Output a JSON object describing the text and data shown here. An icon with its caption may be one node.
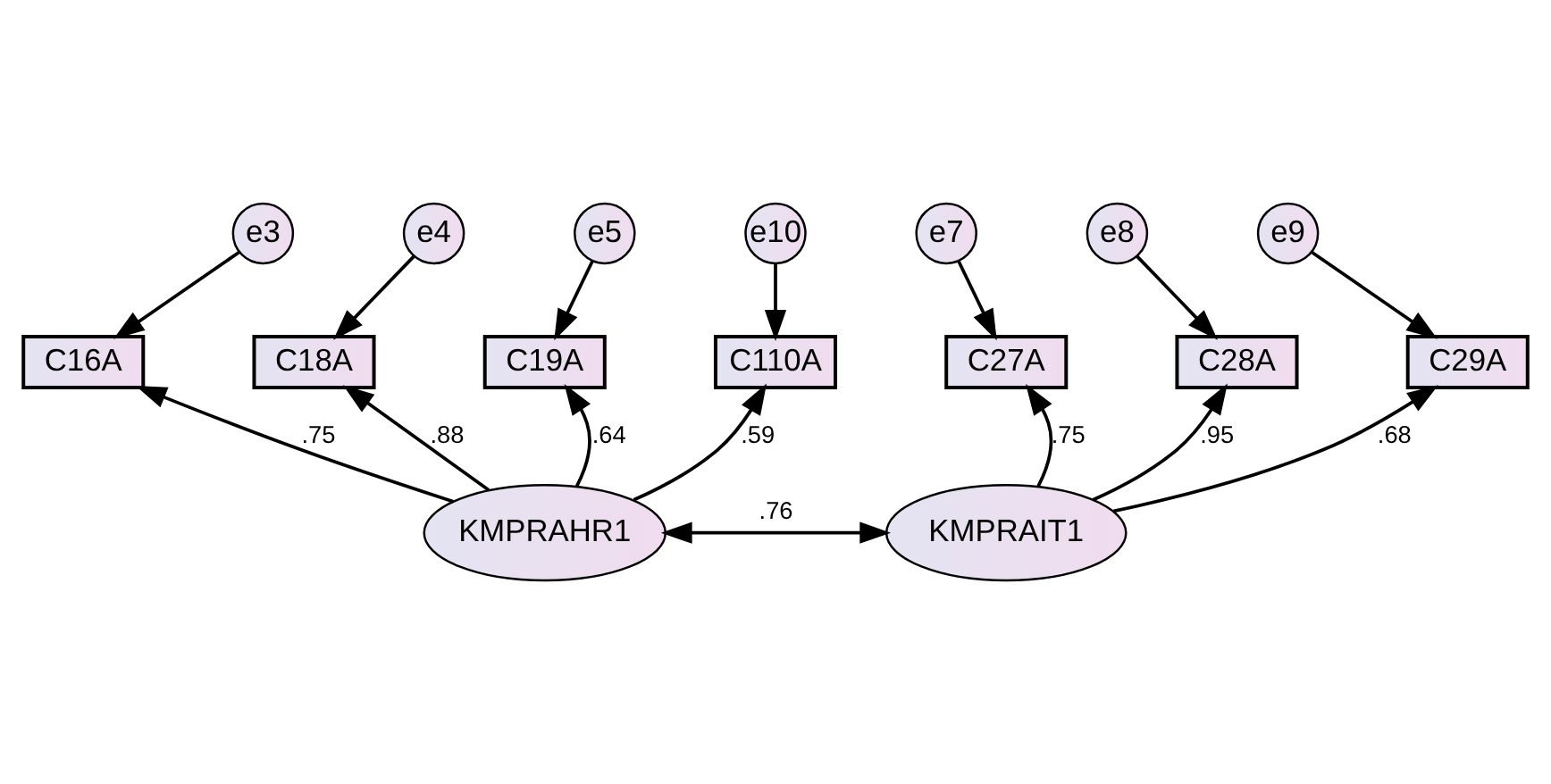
{
  "diagram": {
    "nodes": [
      {
        "text": [
          "e3"
        ]
      },
      {
        "text": [
          "e4"
        ]
      },
      {
        "text": [
          "e5"
        ]
      },
      {
        "text": [
          "e10"
        ]
      },
      {
        "text": [
          "e7"
        ]
      },
      {
        "text": [
          "e8"
        ]
      },
      {
        "text": [
          "e9"
        ]
      },
      {
        "text": [
          "C16A"
        ]
      },
      {
        "text": [
          "C18A"
        ]
      },
      {
        "text": [
          "C19A"
        ]
      },
      {
        "text": [
          "C110A"
        ]
      },
      {
        "text": [
          "C27A"
        ]
      },
      {
        "text": [
          "C28A"
        ]
      },
      {
        "text": [
          "C29A"
        ]
      },
      {
        "text": [
          "KMPRAHR1"
        ]
      },
      {
        "text": [
          "KMPRAIT1"
        ]
      }
    ],
    "edges": [
      {
        "from": 0,
        "to": 7,
        "arrow": "to"
      },
      {
        "from": 1,
        "to": 8,
        "arrow": "to"
      },
      {
        "from": 2,
        "to": 9,
        "arrow": "to"
      },
      {
        "from": 3,
        "to": 10,
        "arrow": "to"
      },
      {
        "from": 4,
        "to": 11,
        "arrow": "to"
      },
      {
        "from": 5,
        "to": 12,
        "arrow": "to"
      },
      {
        "from": 6,
        "to": 13,
        "arrow": "to"
      },
      {
        "from": 14,
        "to": 7,
        "arrow": "to",
        "label": ".75"
      },
      {
        "from": 14,
        "to": 8,
        "arrow": "to",
        "label": ".88"
      },
      {
        "from": 14,
        "to": 9,
        "arrow": "to",
        "label": ".64"
      },
      {
        "from": 14,
        "to": 10,
        "arrow": "to",
        "label": ".59"
      },
      {
        "from": 15,
        "to": 11,
        "arrow": "to",
        "label": ".75"
      },
      {
        "from": 15,
        "to": 12,
        "arrow": "to",
        "label": ".95"
      },
      {
        "from": 15,
        "to": 13,
        "arrow": "to",
        "label": ".68"
      },
      {
        "from": 14,
        "to": 15,
        "arrow": "both",
        "label": ".76"
      }
    ]
  }
}
